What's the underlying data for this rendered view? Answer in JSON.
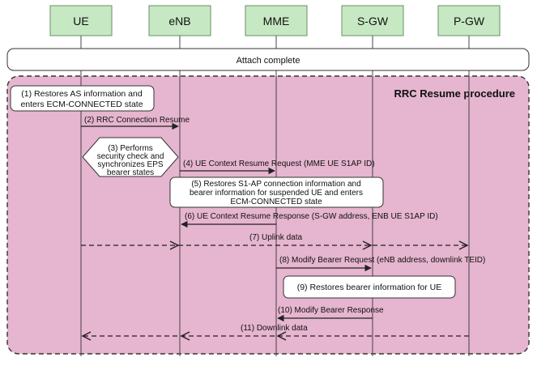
{
  "entities": [
    "UE",
    "eNB",
    "MME",
    "S-GW",
    "P-GW"
  ],
  "attach_label": "Attach complete",
  "procedure_title": "RRC Resume procedure",
  "notes": {
    "ue_restore": [
      "(1) Restores AS information and",
      "enters ECM-CONNECTED state"
    ],
    "security_check": [
      "(3) Performs",
      "security check and",
      "synchronizes EPS",
      "bearer states"
    ],
    "s1ap_restore": [
      "(5) Restores S1-AP connection information and",
      "bearer information for suspended UE and enters",
      "ECM-CONNECTED state"
    ],
    "bearer_restore": [
      "(9) Restores bearer information for UE"
    ]
  },
  "messages": {
    "rrc_resume": "(2) RRC Connection Resume",
    "ctx_request": "(4) UE Context Resume Request (MME UE S1AP ID)",
    "ctx_response": "(6) UE Context Resume Response (S-GW address, ENB UE S1AP ID)",
    "uplink": "(7) Uplink data",
    "modify_request": "(8) Modify Bearer Request (eNB address, downlink TEID)",
    "modify_response": "(10) Modify Bearer Response",
    "downlink": "(11) Downlink data"
  },
  "colors": {
    "entity_fill": "#c6e8c2",
    "entity_stroke": "#6a8f66",
    "region_fill": "#e6b5cf",
    "line": "#222222"
  }
}
